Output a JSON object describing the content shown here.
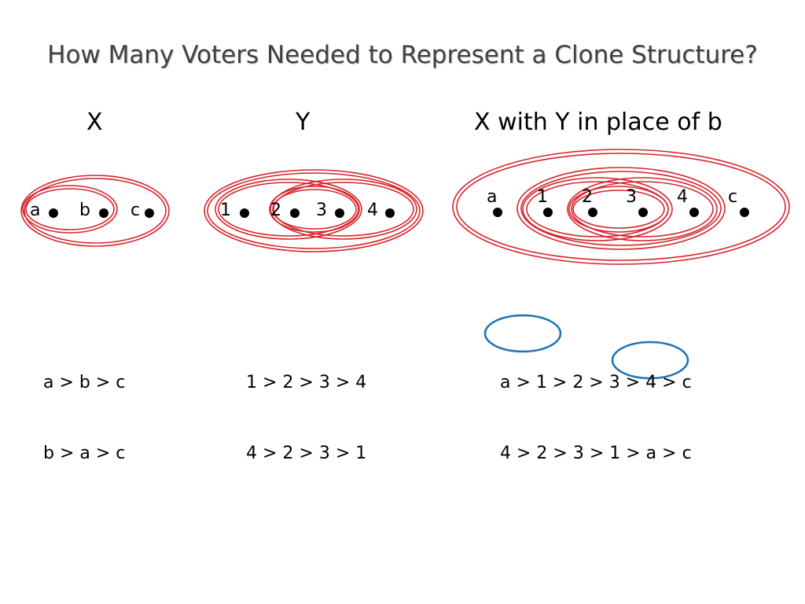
{
  "slide": {
    "title": "How Many Voters Needed to Represent a Clone Structure?",
    "headings": {
      "x": "X",
      "y": "Y",
      "combined": "X with Y in place of b"
    },
    "colors": {
      "clone_set": "#d6252d",
      "highlight": "#1f73b7",
      "title": "#404040"
    }
  },
  "diagrams": {
    "x": {
      "labels": [
        "a",
        "b",
        "c"
      ]
    },
    "y": {
      "labels": [
        "1",
        "2",
        "3",
        "4"
      ]
    },
    "combined": {
      "labels": [
        "a",
        "1",
        "2",
        "3",
        "4",
        "c"
      ]
    }
  },
  "preferences": {
    "x": [
      "a > b > c",
      "b > a > c"
    ],
    "y": [
      "1 > 2 > 3 > 4",
      "4 > 2 > 3 > 1"
    ],
    "combined": [
      "a > 1 > 2 > 3 > 4 > c",
      "4 > 2 > 3 > 1 > a > c"
    ]
  }
}
